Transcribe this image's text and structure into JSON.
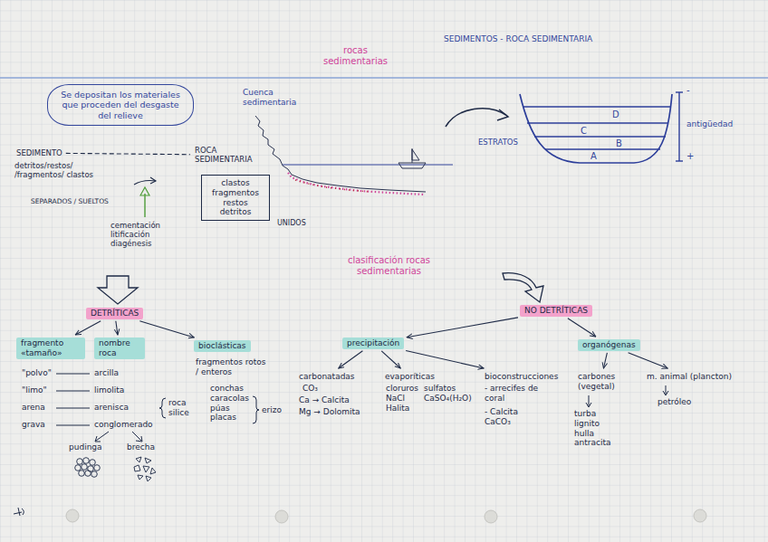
{
  "diagram": {
    "title": "rocas sedimentarias",
    "nodes": [
      {
        "text": [
          "Se depositan los materiales que proceden del desgaste del relieve"
        ]
      },
      {
        "text": [
          "SEDIMENTO"
        ]
      },
      {
        "text": [
          "ROCA SEDIMENTARIA"
        ]
      },
      {
        "text": [
          "clastos fragmentos restos detritos"
        ]
      },
      {
        "text": [
          "DETRÍTICAS"
        ]
      },
      {
        "text": [
          "NO DETRÍTICAS"
        ]
      },
      {
        "text": [
          "fragmento «tamaño»"
        ]
      },
      {
        "text": [
          "nombre roca"
        ]
      },
      {
        "text": [
          "bioclásticas"
        ]
      },
      {
        "text": [
          "precipitación"
        ]
      },
      {
        "text": [
          "organógenas"
        ]
      },
      {
        "text": [
          "carbonatadas"
        ]
      },
      {
        "text": [
          "evaporíticas"
        ]
      },
      {
        "text": [
          "bioconstrucciones"
        ]
      },
      {
        "text": [
          "carbones (vegetal)"
        ]
      },
      {
        "text": [
          "m. animal (plancton)"
        ]
      }
    ],
    "edges": [
      {
        "from": 1,
        "to": 2,
        "arrow": "none"
      },
      {
        "from": 4,
        "to": 6,
        "arrow": "to"
      },
      {
        "from": 4,
        "to": 7,
        "arrow": "to"
      },
      {
        "from": 4,
        "to": 8,
        "arrow": "to"
      },
      {
        "from": 5,
        "to": 9,
        "arrow": "to"
      },
      {
        "from": 5,
        "to": 10,
        "arrow": "to"
      },
      {
        "from": 9,
        "to": 11,
        "arrow": "to"
      },
      {
        "from": 9,
        "to": 12,
        "arrow": "to"
      },
      {
        "from": 9,
        "to": 13,
        "arrow": "to"
      },
      {
        "from": 10,
        "to": 14,
        "arrow": "to"
      },
      {
        "from": 10,
        "to": 15,
        "arrow": "to"
      }
    ],
    "labels": [
      "SEDIMENTOS - ROCA SEDIMENTARIA",
      "Cuenca sedimentaria",
      "ESTRATOS",
      "D",
      "C",
      "B",
      "A",
      "antigüedad",
      "-",
      "+",
      "detritos/restos/ /fragmentos/ clastos",
      "SEPARADOS / SUELTOS",
      "UNIDOS",
      "cementación litificación diagénesis",
      "clasificación rocas sedimentarias",
      "\"polvo\"",
      "arcilla",
      "\"limo\"",
      "limolita",
      "arena",
      "arenisca",
      "roca silice",
      "grava",
      "conglomerado",
      "pudinga",
      "brecha",
      "fragmentos rotos / enteros",
      "conchas caracolas púas placas",
      "erizo",
      "CO₃",
      "Ca → Calcita",
      "Mg → Dolomita",
      "cloruros NaCl Halita",
      "sulfatos CaSO₄(H₂O)",
      "- arrecifes de coral",
      "- Calcita CaCO₃",
      "turba lignito hulla antracita",
      "petróleo"
    ]
  }
}
